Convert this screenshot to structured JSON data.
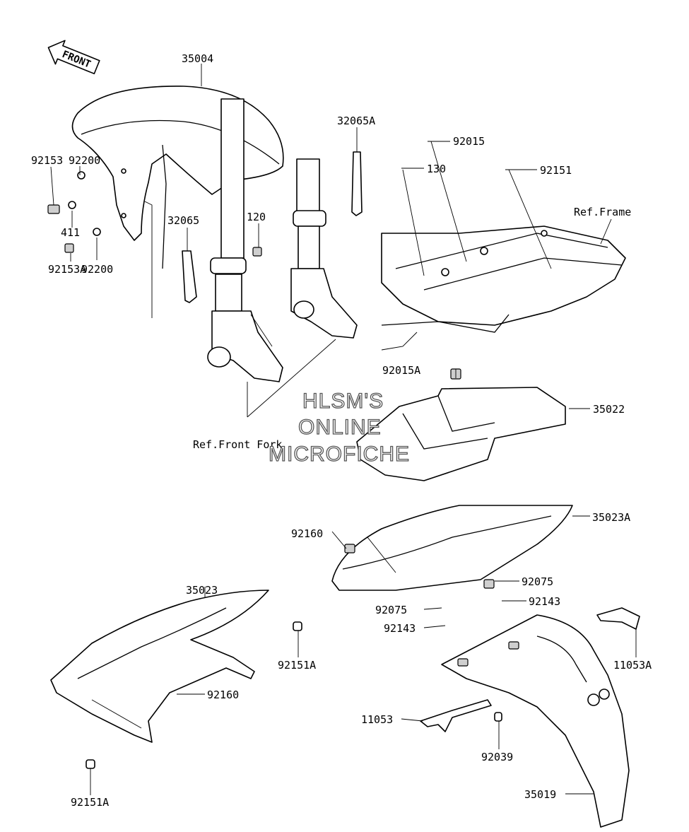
{
  "direction_arrow": "FRONT",
  "watermark": [
    "HLSM'S",
    "ONLINE",
    "MICROFICHE"
  ],
  "reference_labels": {
    "frame": "Ref.Frame",
    "front_fork": "Ref.Front Fork"
  },
  "part_numbers": {
    "p35004": "35004",
    "p32065A": "32065A",
    "p92015": "92015",
    "p92151": "92151",
    "p130": "130",
    "p92200a": "92200",
    "p92153": "92153",
    "p411": "411",
    "p92200b": "92200",
    "p92153A": "92153A",
    "p32065": "32065",
    "p120": "120",
    "p92015A": "92015A",
    "p35022": "35022",
    "p92160a": "92160",
    "p35023A": "35023A",
    "p92075a": "92075",
    "p92075b": "92075",
    "p92143a": "92143",
    "p92143b": "92143",
    "p35023": "35023",
    "p92151Aa": "92151A",
    "p92160b": "92160",
    "p11053A": "11053A",
    "p11053": "11053",
    "p92039": "92039",
    "p92151Ab": "92151A",
    "p35019": "35019"
  }
}
